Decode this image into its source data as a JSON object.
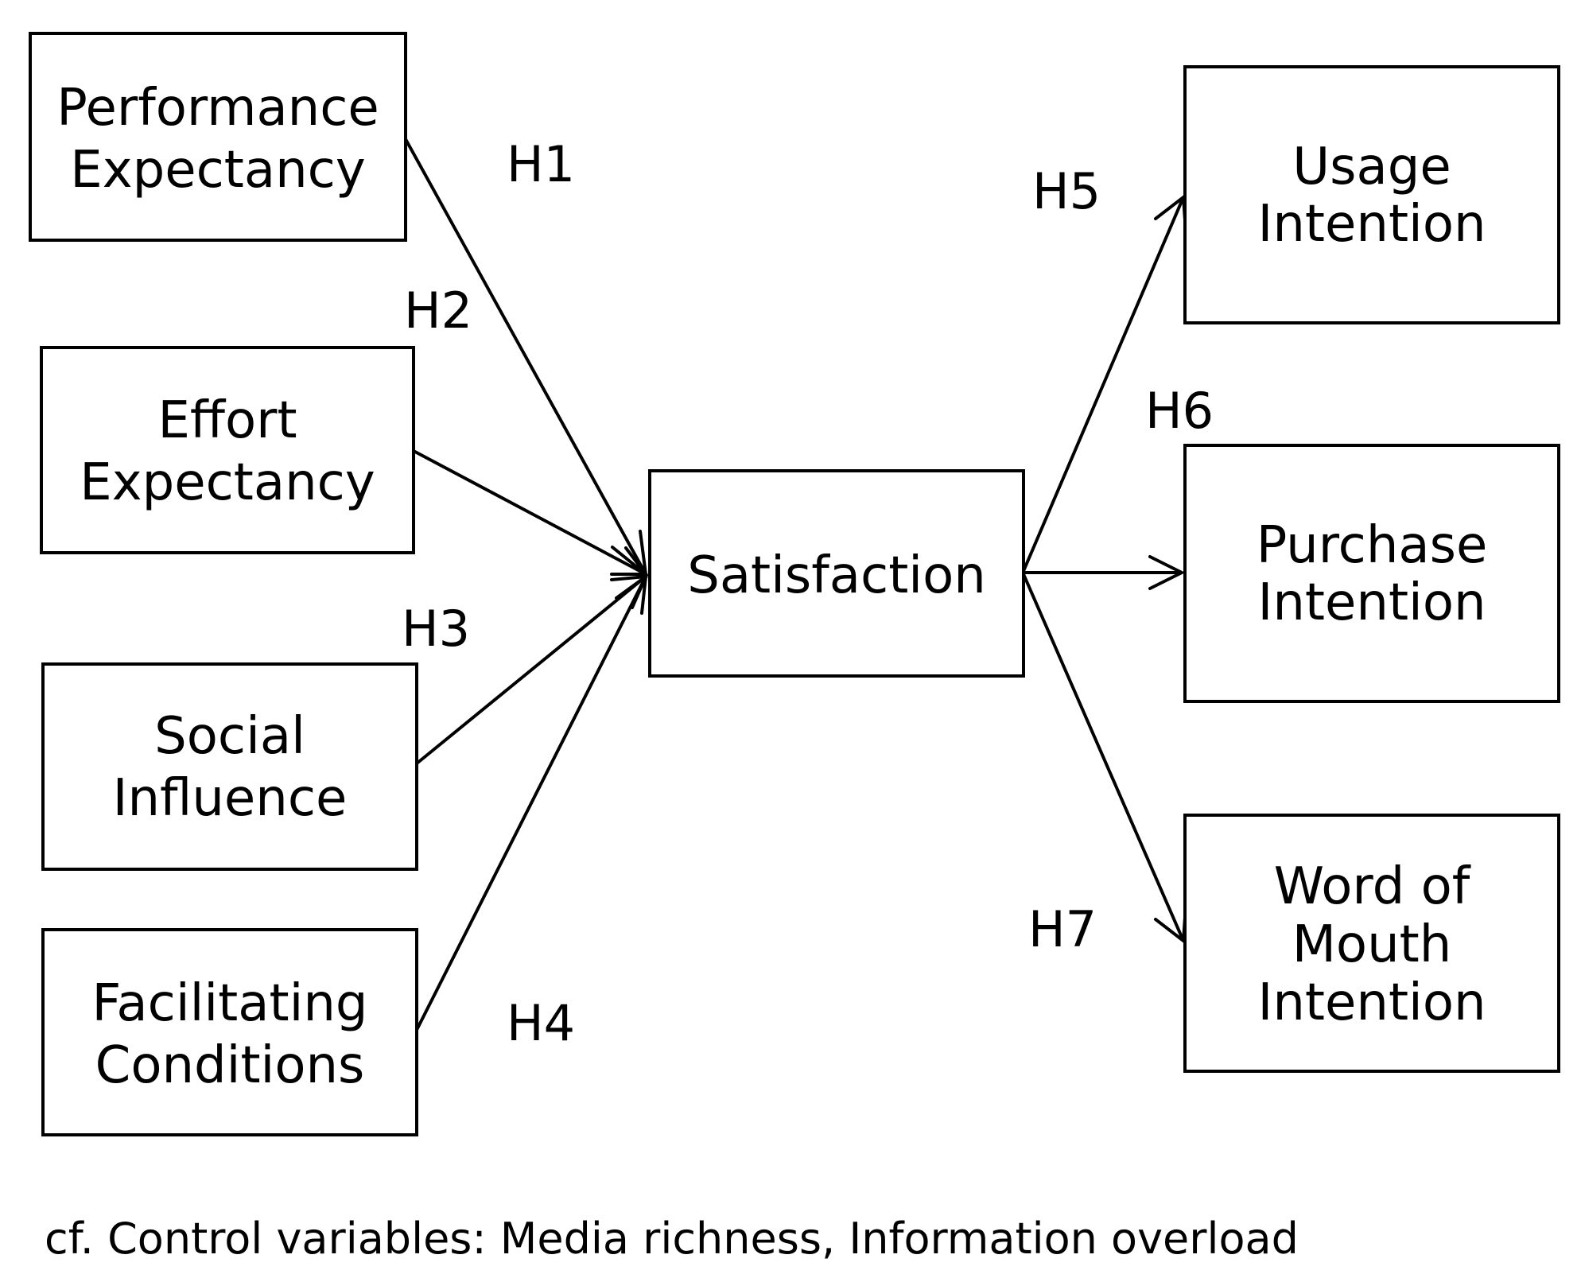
{
  "nodes": {
    "performance": {
      "lines": [
        "Performance",
        "Expectancy"
      ]
    },
    "effort": {
      "lines": [
        "Effort",
        "Expectancy"
      ]
    },
    "social": {
      "lines": [
        "Social",
        "Influence"
      ]
    },
    "facilitating": {
      "lines": [
        "Facilitating",
        "Conditions"
      ]
    },
    "satisfaction": {
      "lines": [
        "Satisfaction"
      ]
    },
    "usage": {
      "lines": [
        "Usage",
        "Intention"
      ]
    },
    "purchase": {
      "lines": [
        "Purchase",
        "Intention"
      ]
    },
    "wom": {
      "lines": [
        "Word of",
        "Mouth",
        "Intention"
      ]
    }
  },
  "hypotheses": {
    "h1": "H1",
    "h2": "H2",
    "h3": "H3",
    "h4": "H4",
    "h5": "H5",
    "h6": "H6",
    "h7": "H7"
  },
  "edges": [
    {
      "from": "performance",
      "to": "satisfaction",
      "label": "h1"
    },
    {
      "from": "effort",
      "to": "satisfaction",
      "label": "h2"
    },
    {
      "from": "social",
      "to": "satisfaction",
      "label": "h3"
    },
    {
      "from": "facilitating",
      "to": "satisfaction",
      "label": "h4"
    },
    {
      "from": "satisfaction",
      "to": "usage",
      "label": "h5"
    },
    {
      "from": "satisfaction",
      "to": "purchase",
      "label": "h6"
    },
    {
      "from": "satisfaction",
      "to": "wom",
      "label": "h7"
    }
  ],
  "footnote": "cf. Control variables: Media richness, Information overload"
}
